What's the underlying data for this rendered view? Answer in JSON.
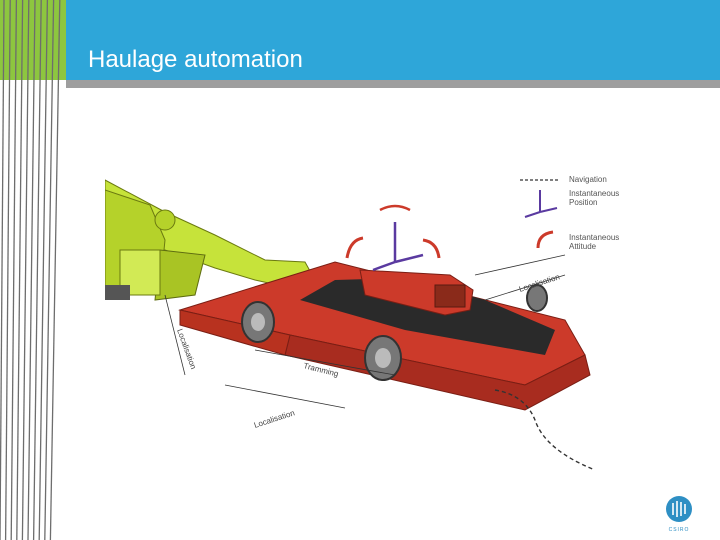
{
  "slide": {
    "title": "Haulage automation"
  },
  "diagram": {
    "labels": {
      "localisation_bottom": "Localisation",
      "localisation_left": "Localisation",
      "localisation_right": "Localisation",
      "tramming": "Tramming"
    },
    "legend": [
      {
        "label": "Navigation",
        "icon": "dashed-line-icon"
      },
      {
        "label": "Instantaneous Position",
        "line1": "Instantaneous",
        "line2": "Position",
        "icon": "axes-icon"
      },
      {
        "label": "Instantaneous Attitude",
        "line1": "Instantaneous",
        "line2": "Attitude",
        "icon": "rotation-arrow-icon"
      }
    ]
  },
  "logo": {
    "text": "CSIRO"
  },
  "colors": {
    "header": "#2ea6d9",
    "stripes_green": "#8dc63f",
    "truck_red": "#cc3a2a",
    "loader_yellow": "#c6e33a",
    "axes_purple": "#5a3aa0"
  }
}
